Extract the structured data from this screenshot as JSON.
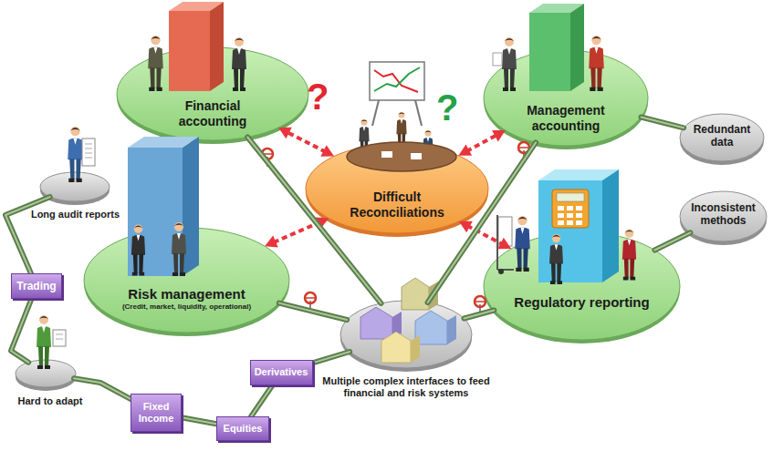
{
  "diagram": {
    "nodes": [
      {
        "text": [
          "Financial accounting"
        ]
      },
      {
        "text": [
          "Management accounting"
        ]
      },
      {
        "text": [
          "Redundant data"
        ]
      },
      {
        "text": [
          "Long audit reports"
        ]
      },
      {
        "text": [
          "Difficult Reconciliations"
        ]
      },
      {
        "text": [
          "Inconsistent methods"
        ]
      },
      {
        "text": [
          "Risk management",
          "(Credit, market, liquidity, operational)"
        ]
      },
      {
        "text": [
          "Regulatory reporting"
        ]
      },
      {
        "text": [
          "Trading"
        ]
      },
      {
        "text": [
          "Hard to adapt"
        ]
      },
      {
        "text": [
          "Multiple complex interfaces to feed financial and risk systems"
        ]
      },
      {
        "text": [
          "Derivatives"
        ]
      },
      {
        "text": [
          "Fixed Income"
        ]
      },
      {
        "text": [
          "Equities"
        ]
      }
    ],
    "edges": [
      {
        "from": 4,
        "to": 0,
        "arrow": "both"
      },
      {
        "from": 4,
        "to": 1,
        "arrow": "both"
      },
      {
        "from": 4,
        "to": 6,
        "arrow": "both"
      },
      {
        "from": 4,
        "to": 7,
        "arrow": "both"
      },
      {
        "from": 2,
        "to": 1,
        "arrow": "none"
      },
      {
        "from": 5,
        "to": 7,
        "arrow": "none"
      },
      {
        "from": 0,
        "to": 10,
        "arrow": "none"
      },
      {
        "from": 1,
        "to": 10,
        "arrow": "none"
      },
      {
        "from": 6,
        "to": 10,
        "arrow": "none"
      },
      {
        "from": 7,
        "to": 10,
        "arrow": "none"
      },
      {
        "from": 3,
        "to": 8,
        "arrow": "none"
      },
      {
        "from": 8,
        "to": 9,
        "arrow": "none"
      },
      {
        "from": 9,
        "to": 12,
        "arrow": "none"
      },
      {
        "from": 12,
        "to": 13,
        "arrow": "none"
      },
      {
        "from": 13,
        "to": 11,
        "arrow": "none"
      },
      {
        "from": 11,
        "to": 10,
        "arrow": "none"
      }
    ],
    "labels": [
      "?",
      "?"
    ]
  }
}
